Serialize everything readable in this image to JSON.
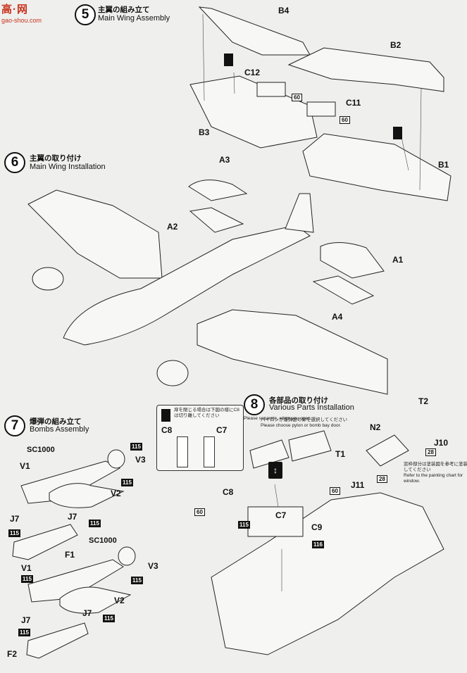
{
  "watermark": {
    "line1": "高·网",
    "line2": "gao-shou.com"
  },
  "steps": [
    {
      "number": "5",
      "title_jp": "主翼の組み立て",
      "title_en": "Main Wing Assembly"
    },
    {
      "number": "6",
      "title_jp": "主翼の取り付け",
      "title_en": "Main Wing Installation"
    },
    {
      "number": "7",
      "title_jp": "爆弾の組み立て",
      "title_en": "Bombs Assembly"
    },
    {
      "number": "8",
      "title_jp": "各部品の取り付け",
      "title_en": "Various Parts Installation"
    }
  ],
  "labels": {
    "b4": "B4",
    "b2": "B2",
    "c12": "C12",
    "c11": "C11",
    "b3": "B3",
    "b1": "B1",
    "a3": "A3",
    "a2": "A2",
    "a1": "A1",
    "a4": "A4",
    "sc1000_1": "SC1000",
    "v1_1": "V1",
    "v2_1": "V2",
    "v3_1": "V3",
    "j7_1a": "J7",
    "j7_1b": "J7",
    "f1": "F1",
    "sc1000_2": "SC1000",
    "v1_2": "V1",
    "v2_2": "V2",
    "v3_2": "V3",
    "j7_2a": "J7",
    "j7_2b": "J7",
    "f2": "F2",
    "c8_callout": "C8",
    "c7_callout": "C7",
    "c8": "C8",
    "c7": "C7",
    "c9": "C9",
    "t2": "T2",
    "n2": "N2",
    "j10": "J10",
    "t1": "T1",
    "j11": "J11"
  },
  "badges": {
    "p60_c12": "60",
    "p60_c11": "60",
    "p115_v3_1": "115",
    "p115_v2_1": "115",
    "p115_j7_1": "115",
    "p115_j7_1b": "115",
    "p115_v3_2": "115",
    "p115_v1_2": "115",
    "p115_j7_2": "115",
    "p115_j7_2b": "115",
    "p60_callout": "60",
    "p115_c8": "115",
    "p116": "116",
    "p60_t1": "60",
    "p28_j10": "28",
    "p28_j11": "28"
  },
  "notes": {
    "callout_jp_1": "扉を閉じる場合は下図の様にC8",
    "callout_jp_2": "は切り離してください",
    "callout_en": "Please separate, when you open.",
    "bay_jp": "パイロンか爆弾倉の扉を選択してください",
    "bay_en": "Please choose pylon or bomb bay door.",
    "window_jp_1": "窓枠部分は塗装図を参考に塗装",
    "window_jp_2": "してください",
    "window_en_1": "Refer to the painting chart for",
    "window_en_2": "window."
  },
  "icons": [
    "glue-icon",
    "arrow-icon"
  ]
}
